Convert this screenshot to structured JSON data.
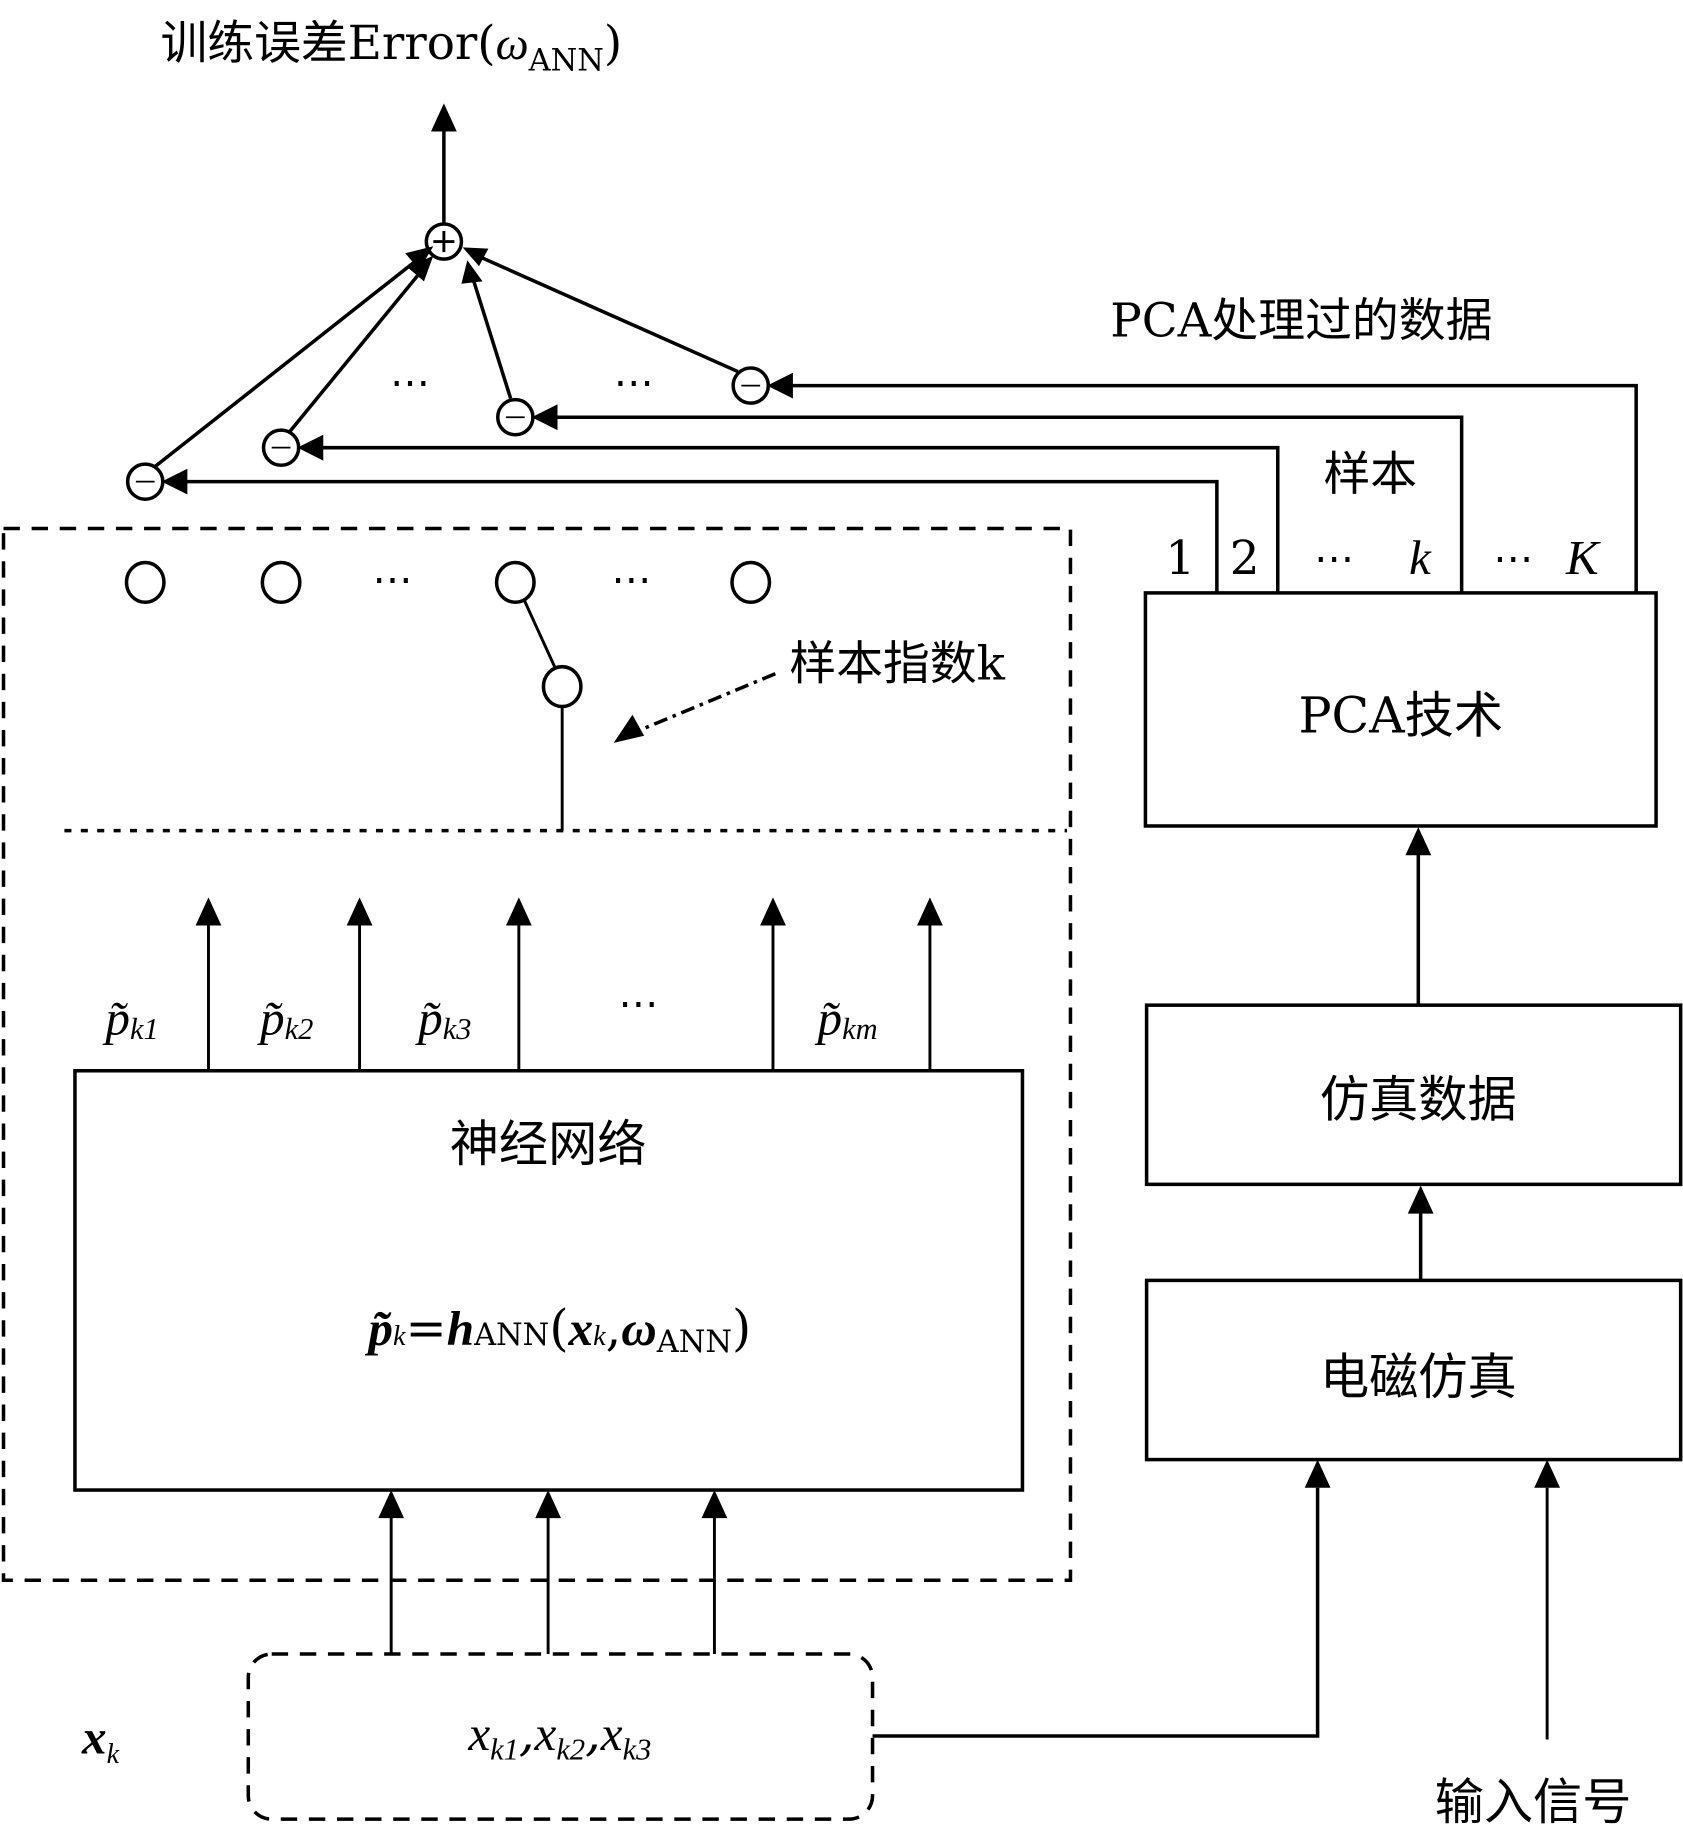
{
  "title": {
    "main": "训练误差Error(",
    "omega": "ω",
    "sub": "ANN",
    "close": ")"
  },
  "pca_output_label": "PCA处理过的数据",
  "sample_label": "样本",
  "sample_indices": [
    "1",
    "2",
    "…",
    "k",
    "…",
    "K"
  ],
  "sample_index_label": "样本指数k",
  "sum_node_symbol": "+",
  "diff_node_symbol": "−",
  "ellipsis": "⋯",
  "outputs": [
    {
      "base": "p̃",
      "sub": "k1"
    },
    {
      "base": "p̃",
      "sub": "k2"
    },
    {
      "base": "p̃",
      "sub": "k3"
    },
    {
      "base": "p̃",
      "sub": "km"
    }
  ],
  "nn_box": {
    "title": "神经网络",
    "formula": {
      "lhs": "p̃",
      "lhs_sub": "k",
      "eq": "=",
      "h": "h",
      "h_sub": "ANN",
      "open": "(",
      "x": "x",
      "x_sub": "k",
      "comma": ",",
      "w": "ω",
      "w_sub": "ANN",
      "close": ")"
    }
  },
  "input_box": {
    "text": "x",
    "items": [
      {
        "v": "x",
        "s": "k1"
      },
      {
        "v": "x",
        "s": "k2"
      },
      {
        "v": "x",
        "s": "k3"
      }
    ],
    "sep": ","
  },
  "xk_label": {
    "v": "x",
    "s": "k"
  },
  "right_blocks": {
    "pca": "PCA技术",
    "sim_data": "仿真数据",
    "em_sim": "电磁仿真"
  },
  "input_signal": "输入信号"
}
